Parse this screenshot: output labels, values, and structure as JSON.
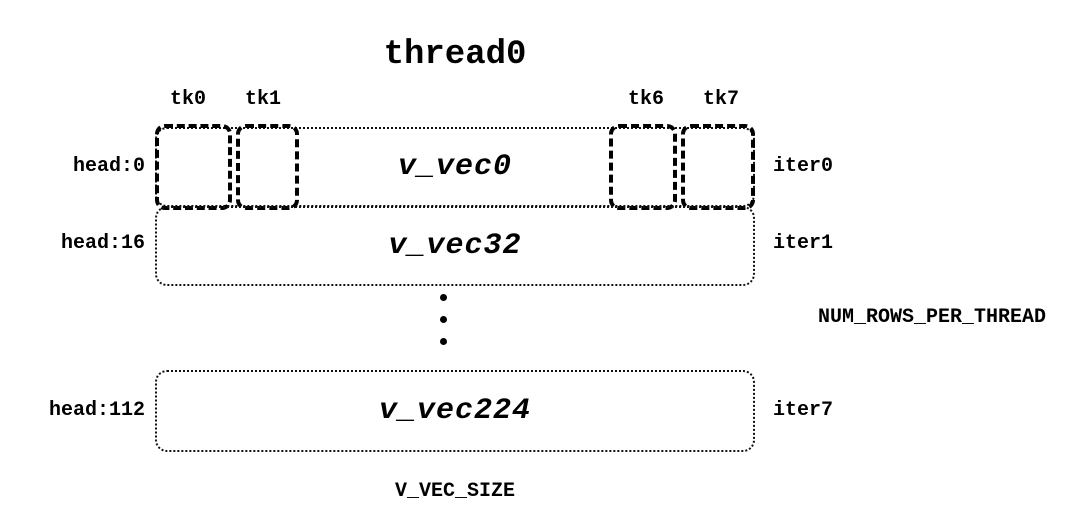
{
  "title": "thread0",
  "tk_labels": {
    "tk0": "tk0",
    "tk1": "tk1",
    "tk6": "tk6",
    "tk7": "tk7"
  },
  "rows": [
    {
      "head": "head:0",
      "vec": "v_vec0",
      "iter": "iter0"
    },
    {
      "head": "head:16",
      "vec": "v_vec32",
      "iter": "iter1"
    },
    {
      "head": "head:112",
      "vec": "v_vec224",
      "iter": "iter7"
    }
  ],
  "right_label": "NUM_ROWS_PER_THREAD",
  "bottom_label": "V_VEC_SIZE"
}
